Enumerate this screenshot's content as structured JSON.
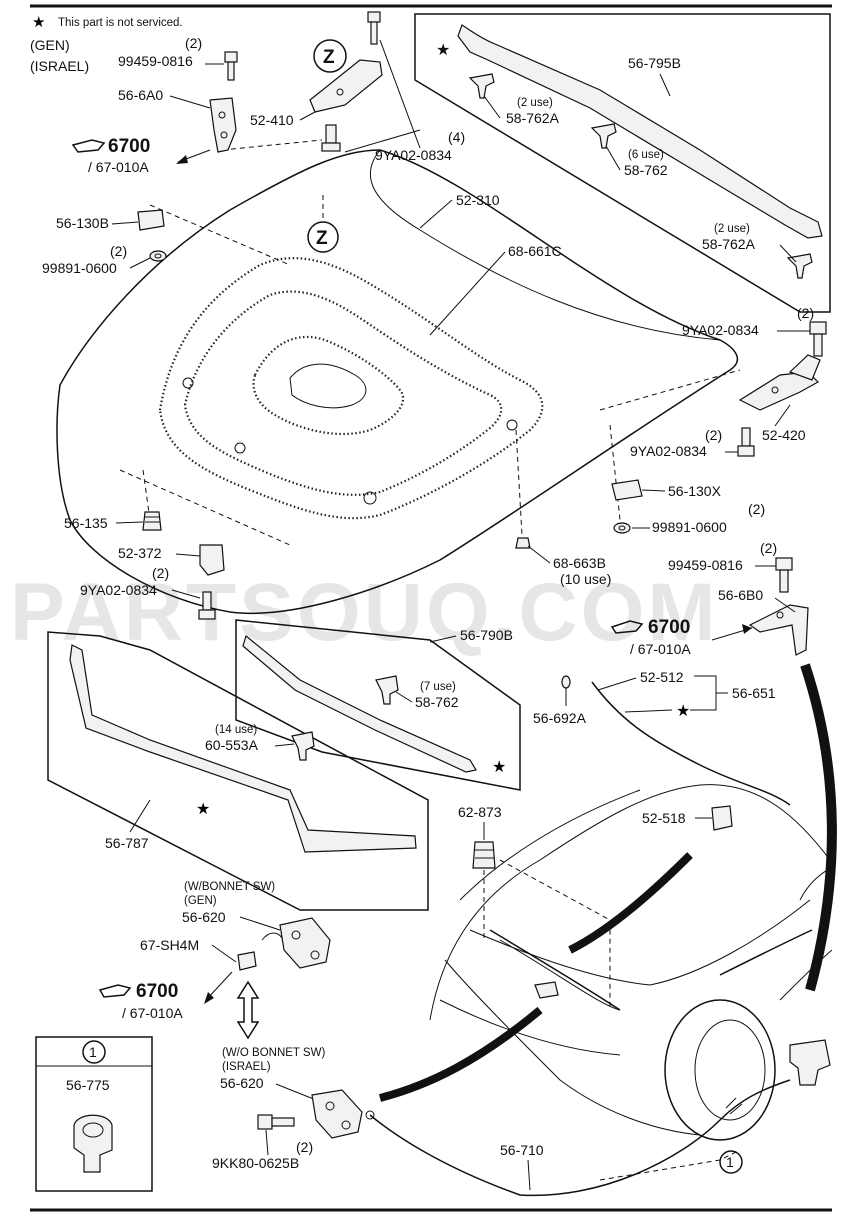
{
  "legend": {
    "star_text": "This part is not serviced."
  },
  "variants": {
    "gen": "(GEN)",
    "israel": "(ISRAEL)"
  },
  "watermark": "PARTSOUQ.COM",
  "refs": {
    "ref_6700": "6700",
    "ref_67010a": "/ 67-010A"
  },
  "labels": {
    "l_99459_0816_a": "99459-0816",
    "q_99459_0816_a": "(2)",
    "l_56_6a0": "56-6A0",
    "l_52_410": "52-410",
    "l_9ya02_0834_a": "9YA02-0834",
    "q_9ya02_0834_a": "(4)",
    "l_56_795b": "56-795B",
    "l_58_762a_a": "58-762A",
    "q_58_762a_a": "(2 use)",
    "l_58_762_a": "58-762",
    "q_58_762_a": "(6 use)",
    "l_58_762a_b": "58-762A",
    "q_58_762a_b": "(2 use)",
    "l_52_310": "52-310",
    "l_68_661c": "68-661C",
    "l_56_130b": "56-130B",
    "l_99891_0600_a": "99891-0600",
    "q_99891_0600_a": "(2)",
    "l_9ya02_0834_b": "9YA02-0834",
    "q_9ya02_0834_b": "(2)",
    "l_52_420": "52-420",
    "l_9ya02_0834_c": "9YA02-0834",
    "q_9ya02_0834_c": "(2)",
    "l_56_130x": "56-130X",
    "l_99891_0600_b": "99891-0600",
    "q_99891_0600_b": "(2)",
    "l_56_135": "56-135",
    "l_52_372": "52-372",
    "l_9ya02_0834_d": "9YA02-0834",
    "q_9ya02_0834_d": "(2)",
    "l_68_663b": "68-663B",
    "q_68_663b": "(10 use)",
    "l_99459_0816_b": "99459-0816",
    "q_99459_0816_b": "(2)",
    "l_56_6b0": "56-6B0",
    "l_56_790b": "56-790B",
    "l_58_762_b": "58-762",
    "q_58_762_b": "(7 use)",
    "l_60_553a": "60-553A",
    "q_60_553a": "(14 use)",
    "l_56_787": "56-787",
    "l_52_512": "52-512",
    "l_56_651": "56-651",
    "l_56_692a": "56-692A",
    "l_62_873": "62-873",
    "l_52_518": "52-518",
    "l_wbonnet": "(W/BONNET SW)",
    "l_gen2": "(GEN)",
    "l_56_620_a": "56-620",
    "l_67_sh4m": "67-SH4M",
    "l_wobonnet": "(W/O BONNET SW)",
    "l_israel2": "(ISRAEL)",
    "l_56_620_b": "56-620",
    "l_9kk80": "9KK80-0625B",
    "q_9kk80": "(2)",
    "l_56_710": "56-710",
    "l_56_775": "56-775",
    "callout_1": "1",
    "callout_z": "Z"
  }
}
